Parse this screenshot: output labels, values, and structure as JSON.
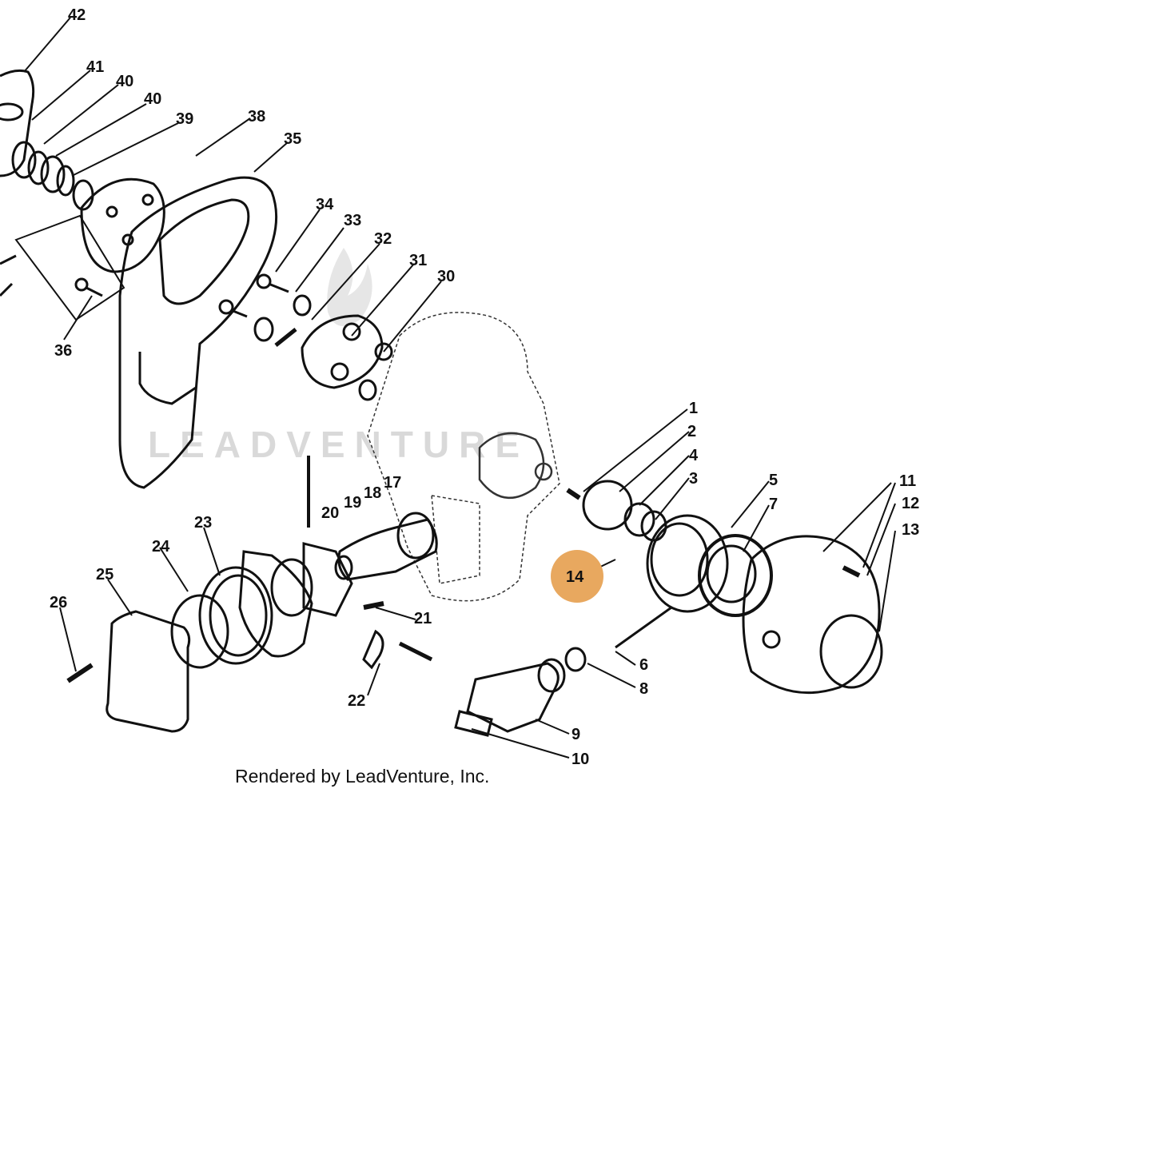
{
  "watermark": "LEADVENTURE",
  "credit": "Rendered by LeadVenture, Inc.",
  "highlight": {
    "label": "14",
    "color": "#e8a85f"
  },
  "part_labels": [
    "1",
    "2",
    "3",
    "4",
    "5",
    "6",
    "7",
    "8",
    "9",
    "10",
    "11",
    "12",
    "13",
    "17",
    "18",
    "19",
    "20",
    "21",
    "22",
    "23",
    "24",
    "25",
    "26",
    "30",
    "31",
    "32",
    "33",
    "34",
    "35",
    "36",
    "38",
    "39",
    "40",
    "40",
    "41",
    "42"
  ]
}
